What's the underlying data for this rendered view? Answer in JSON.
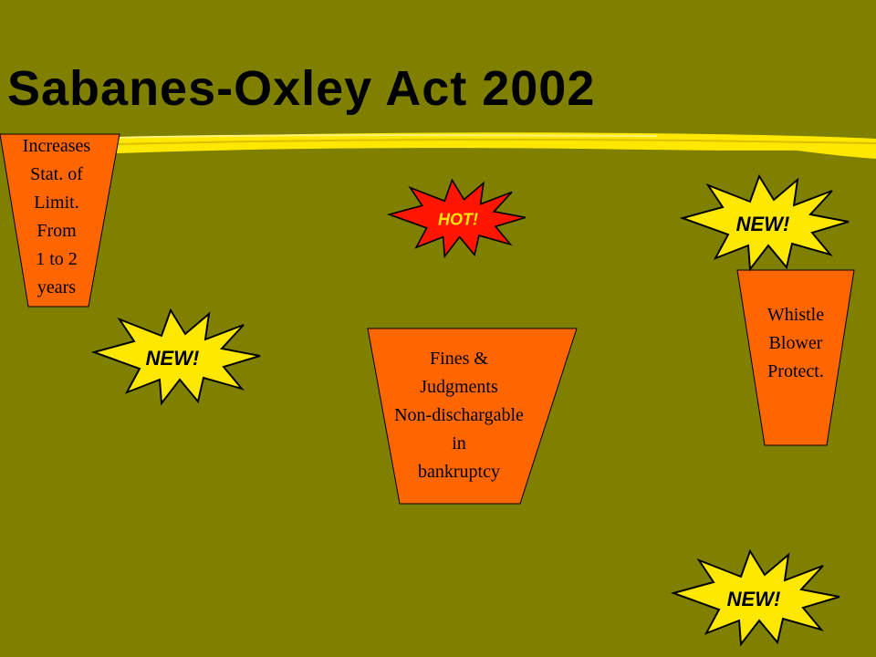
{
  "slide": {
    "title": "Sabanes-Oxley Act 2002",
    "background": "#808000",
    "accent_yellow": "#FFE800",
    "box_fill": "#FF6600"
  },
  "boxes": {
    "statute": {
      "lines": [
        "Increases",
        "Stat. of",
        "Limit.",
        "From",
        "1 to 2",
        "years"
      ]
    },
    "fines": {
      "lines": [
        "Fines &",
        "Judgments",
        "Non-dischargable",
        "in",
        "bankruptcy"
      ]
    },
    "whistle": {
      "lines": [
        "Whistle",
        "Blower",
        "Protect."
      ]
    }
  },
  "badges": {
    "new_label": "NEW!",
    "hot_label": "HOT!"
  }
}
